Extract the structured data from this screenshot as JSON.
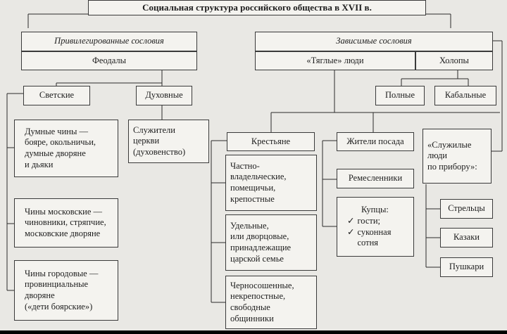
{
  "title": "Социальная структура российского общества в XVII в.",
  "privileged": {
    "header": "Привилегированные сословия",
    "feudals": "Феодалы",
    "secular": "Светские",
    "clergy": "Духовные",
    "clergy_detail": [
      "Служители",
      "церкви",
      "(духовенство)"
    ],
    "ranks": [
      [
        "Думные чины —",
        "бояре, окольничьи,",
        "думные дворяне",
        "и дьяки"
      ],
      [
        "Чины московские —",
        "чиновники, стряпчие,",
        "московские дворяне"
      ],
      [
        "Чины городовые —",
        "провинциальные",
        "дворяне",
        "(«дети боярские»)"
      ]
    ]
  },
  "dependent": {
    "header": "Зависимые сословия",
    "tax_people": "«Тяглые» люди",
    "serfs": "Холопы",
    "serf_full": "Полные",
    "serf_bonded": "Кабальные",
    "peasants": "Крестьяне",
    "peasant_types": [
      [
        "Частно-",
        "владельческие,",
        "помещичьи,",
        "крепостные"
      ],
      [
        "Удельные,",
        "или дворцовые,",
        "принадлежащие",
        "царской семье"
      ],
      [
        "Черносошенные,",
        "некрепостные,",
        "свободные",
        "общинники"
      ]
    ],
    "townsfolk": "Жители посада",
    "artisans": "Ремесленники",
    "merchants_title": "Купцы:",
    "merchant_items": [
      "гости;",
      "суконная сотня"
    ],
    "check_mark": "✓",
    "service_people": [
      "«Служилые",
      "люди",
      "по прибору»:"
    ],
    "service_types": [
      "Стрельцы",
      "Казаки",
      "Пушкари"
    ]
  }
}
